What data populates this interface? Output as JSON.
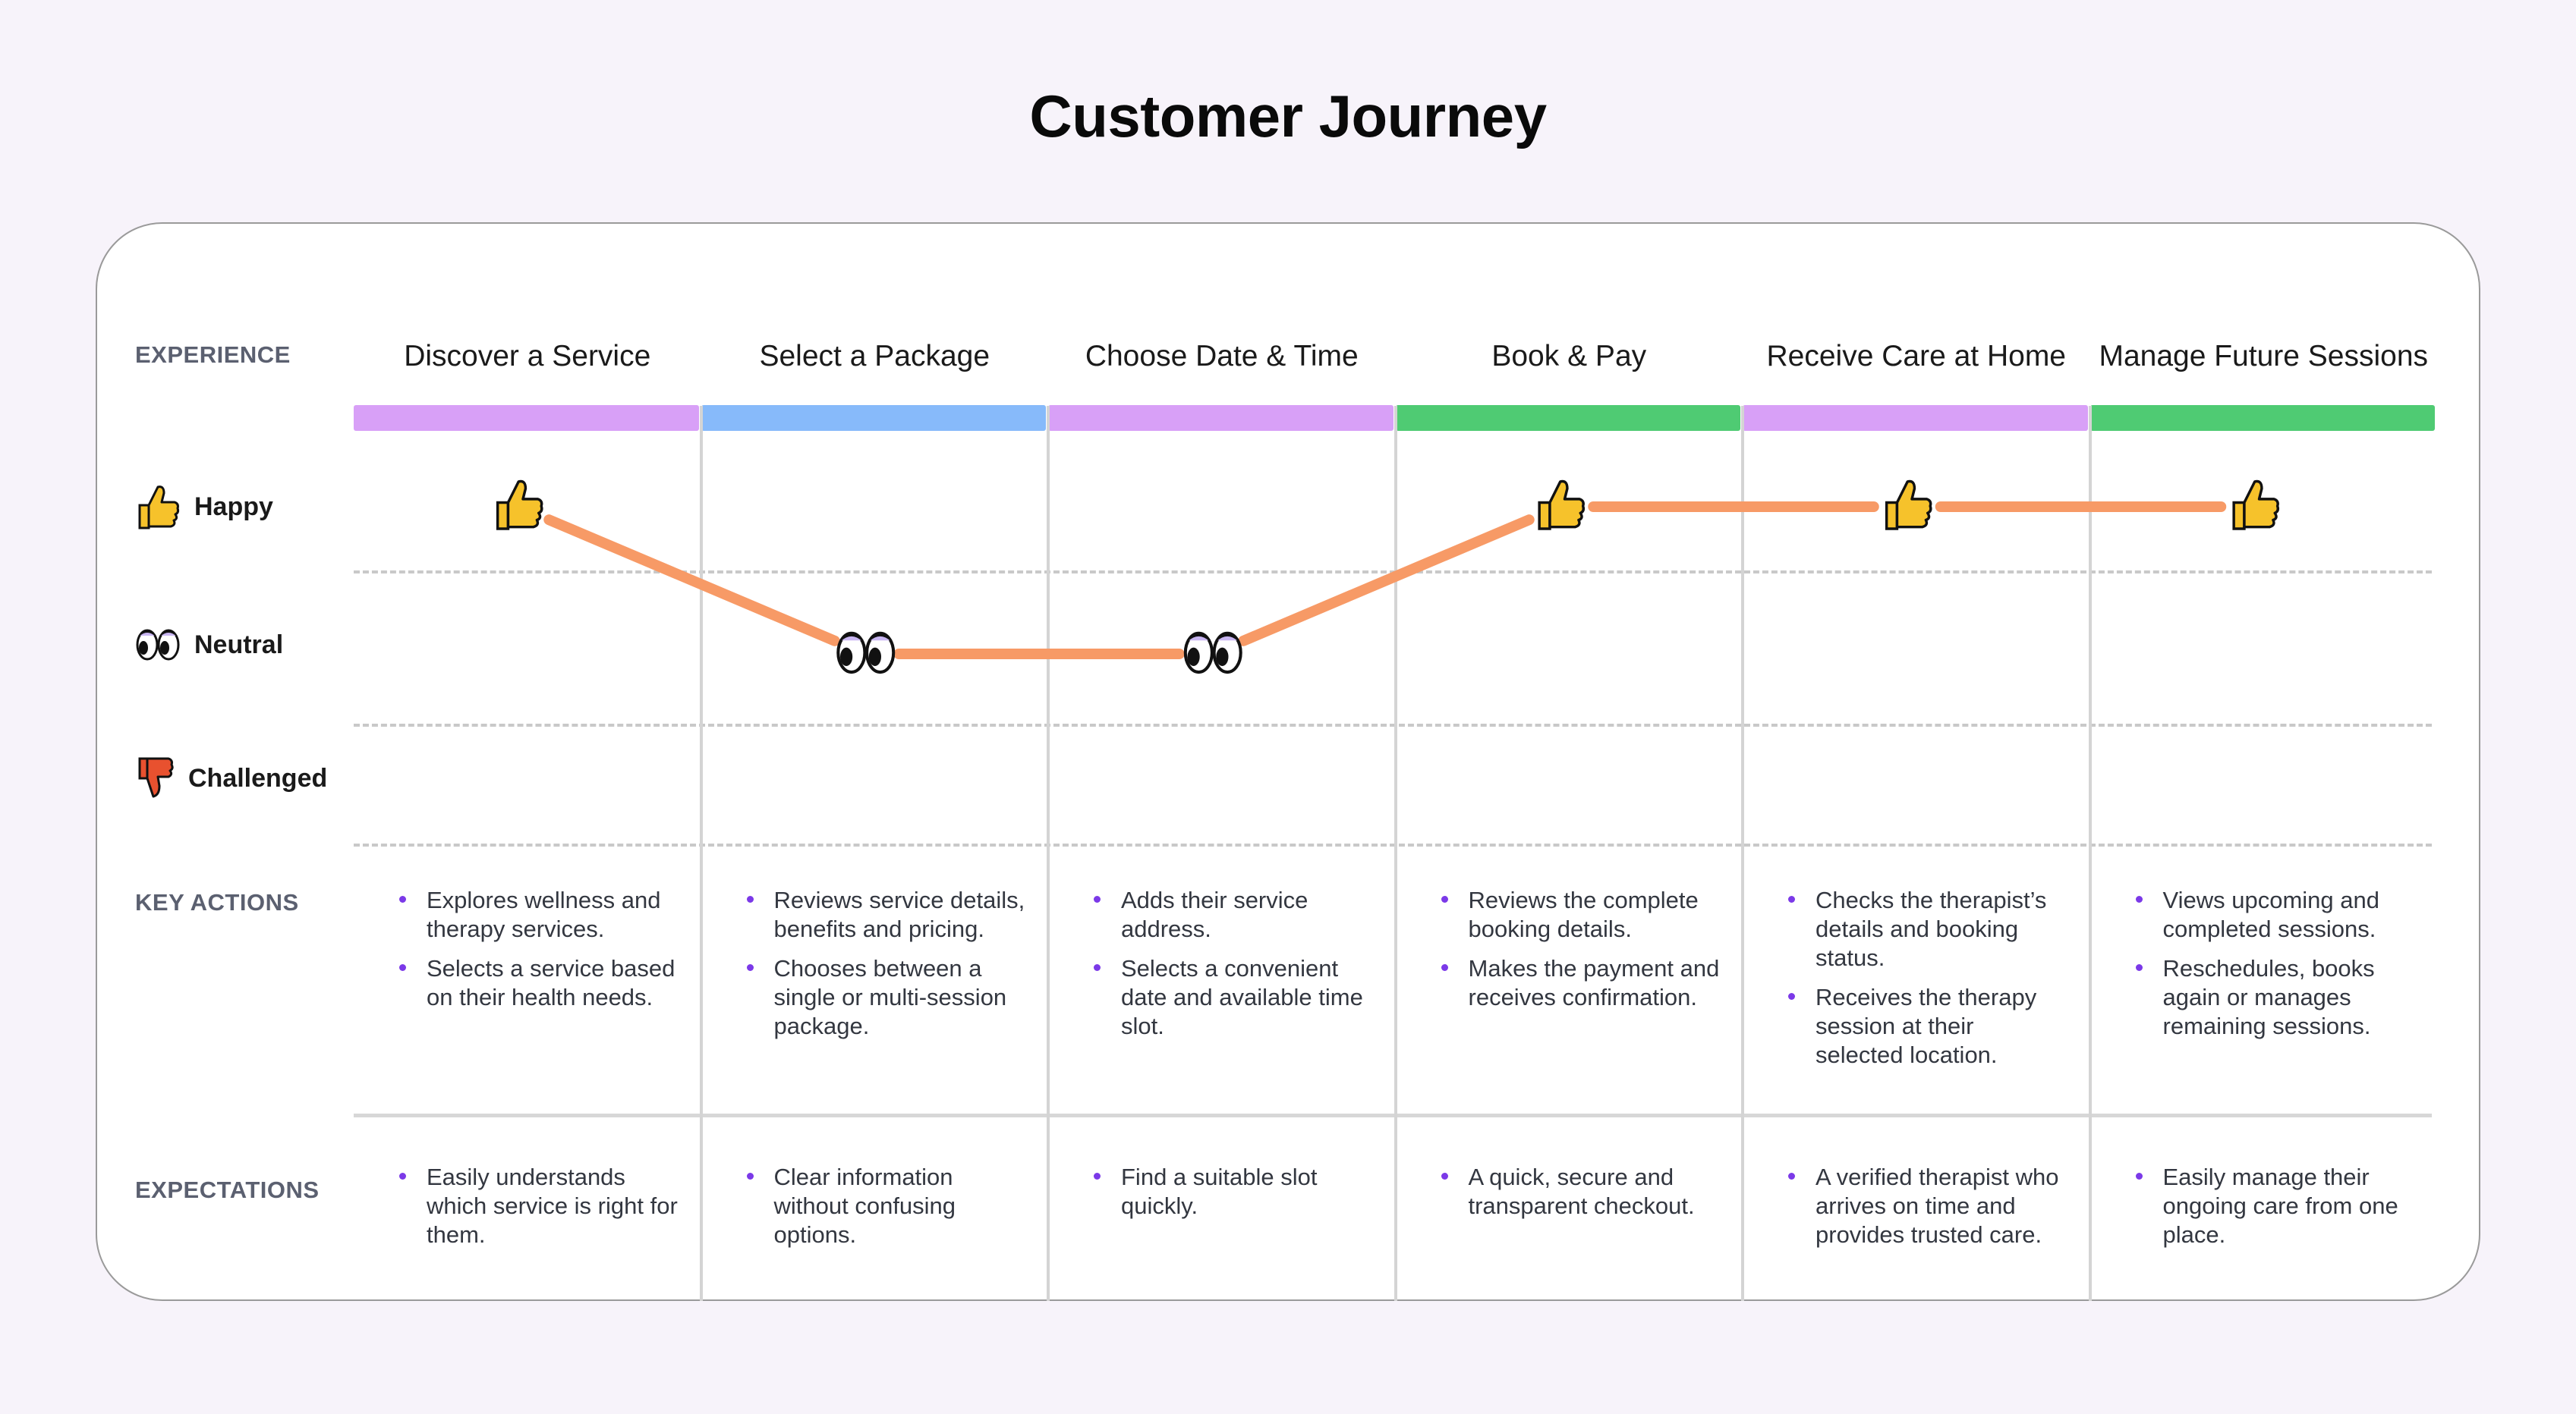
{
  "title": "Customer Journey",
  "row_labels": {
    "experience": "EXPERIENCE",
    "key_actions": "KEY ACTIONS",
    "expectations": "EXPECTATIONS"
  },
  "moods": {
    "happy": {
      "label": "Happy",
      "icon": "thumbs-up-icon"
    },
    "neutral": {
      "label": "Neutral",
      "icon": "eyes-icon"
    },
    "challenged": {
      "label": "Challenged",
      "icon": "thumbs-down-icon"
    }
  },
  "colors": {
    "purple": "#d8a0f7",
    "blue": "#87bafa",
    "green": "#4fcb73",
    "line": "#f79a66",
    "bullet": "#7b39e8"
  },
  "stages": [
    {
      "name": "Discover a Service",
      "bar_color": "#d8a0f7",
      "mood": "happy",
      "actions": [
        "Explores wellness and therapy services.",
        "Selects a service based on their health needs."
      ],
      "expectations": [
        "Easily understands which service is right for them."
      ]
    },
    {
      "name": "Select a Package",
      "bar_color": "#87bafa",
      "mood": "neutral",
      "actions": [
        "Reviews service details, benefits and pricing.",
        "Chooses between a single or multi-session package."
      ],
      "expectations": [
        "Clear information without confusing options."
      ]
    },
    {
      "name": "Choose Date & Time",
      "bar_color": "#d8a0f7",
      "mood": "neutral",
      "actions": [
        "Adds their service address.",
        "Selects a convenient date and available time slot."
      ],
      "expectations": [
        "Find a suitable slot quickly."
      ]
    },
    {
      "name": "Book & Pay",
      "bar_color": "#4fcb73",
      "mood": "happy",
      "actions": [
        "Reviews the complete booking details.",
        "Makes the payment and receives confirmation."
      ],
      "expectations": [
        "A quick, secure and transparent checkout."
      ]
    },
    {
      "name": "Receive Care at Home",
      "bar_color": "#d8a0f7",
      "mood": "happy",
      "actions": [
        "Checks the therapist’s details and booking status.",
        "Receives the therapy session at their selected location."
      ],
      "expectations": [
        "A verified therapist who arrives on time and provides trusted care."
      ]
    },
    {
      "name": "Manage Future Sessions",
      "bar_color": "#4fcb73",
      "mood": "happy",
      "actions": [
        "Views upcoming and completed sessions.",
        "Reschedules, books again or manages remaining sessions."
      ],
      "expectations": [
        "Easily manage their ongoing care from one place."
      ]
    }
  ]
}
